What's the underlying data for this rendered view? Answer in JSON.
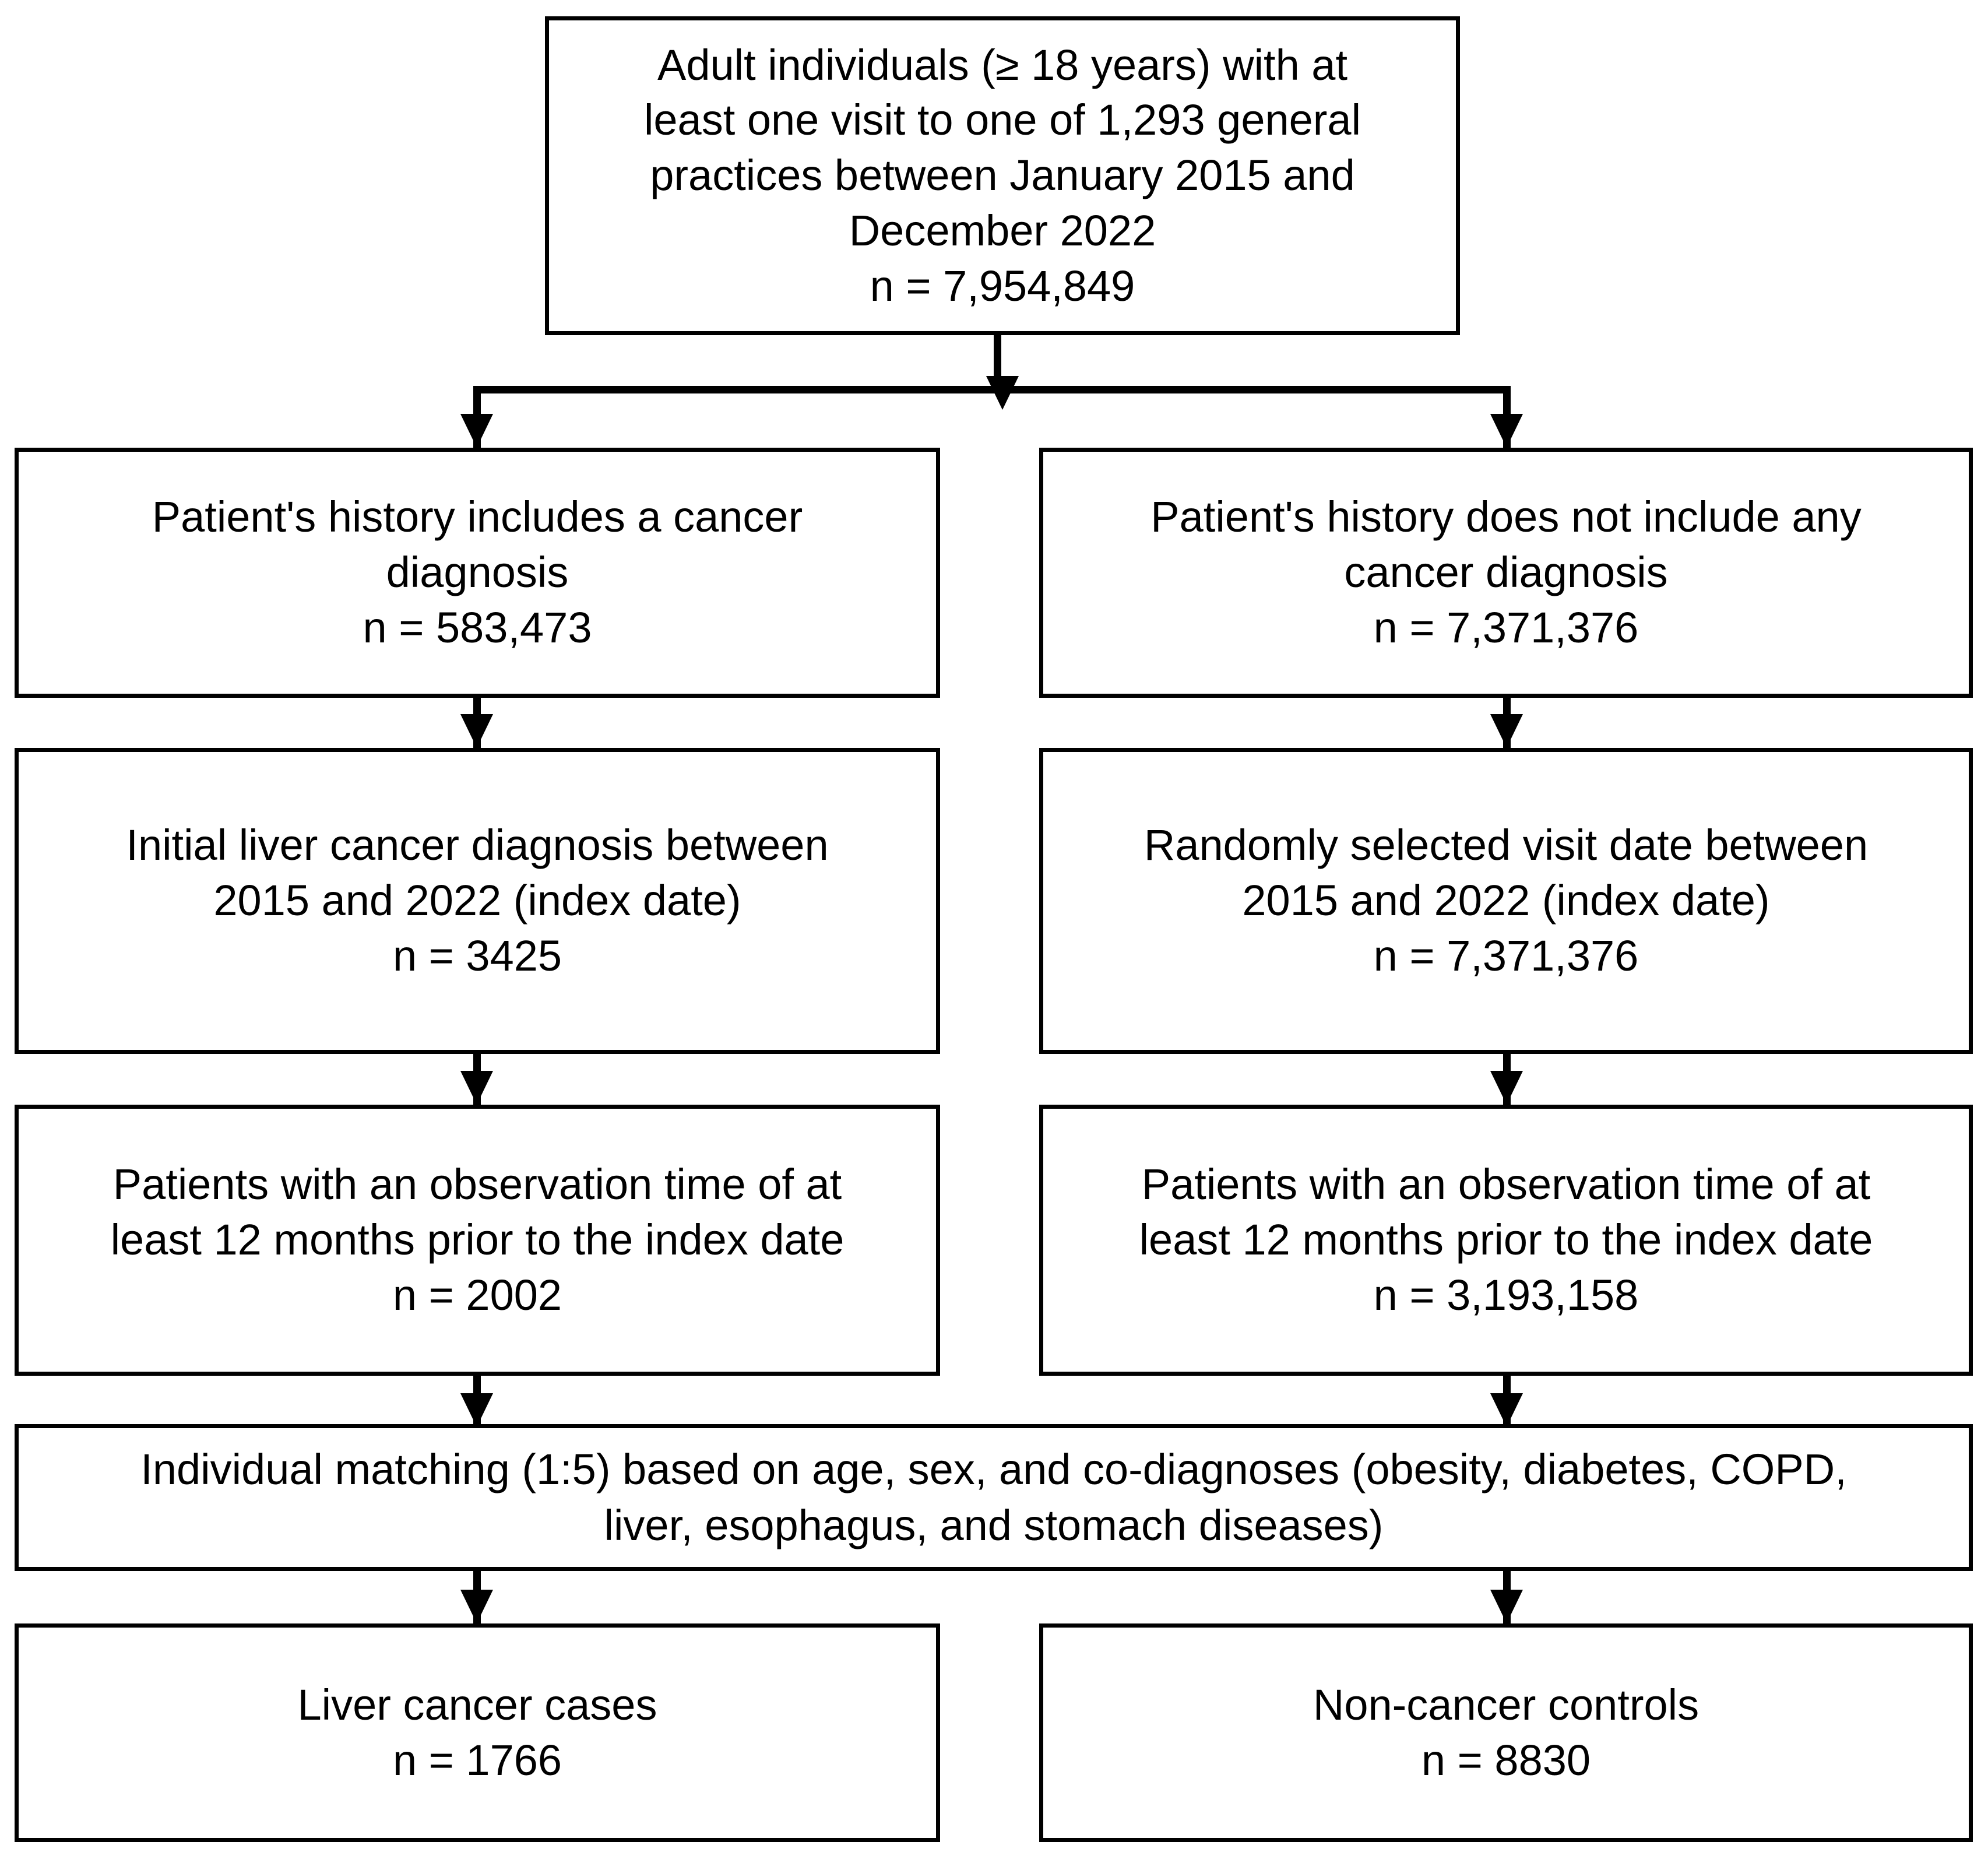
{
  "figure": {
    "type": "flowchart",
    "title": "Study population selection flow diagram",
    "orientation": "top-down"
  },
  "nodes": {
    "source_population": {
      "text": "Adult individuals (≥ 18 years) with at\nleast one visit to one of 1,293 general\npractices between January 2015 and\nDecember 2022\nn = 7,954,849",
      "n": "7,954,849"
    },
    "cancer_history_yes": {
      "text": "Patient's history includes a cancer\ndiagnosis\nn = 583,473",
      "n": "583,473"
    },
    "cancer_history_no": {
      "text": "Patient's history does not include any\ncancer diagnosis\nn = 7,371,376",
      "n": "7,371,376"
    },
    "liver_cancer_index": {
      "text": "Initial liver cancer diagnosis between\n2015 and 2022 (index date)\nn = 3425",
      "n": "3425"
    },
    "random_visit_index": {
      "text": "Randomly selected visit date between\n2015 and 2022 (index date)\nn = 7,371,376",
      "n": "7,371,376"
    },
    "observation_cases": {
      "text": "Patients with an observation time of at\nleast 12 months prior to the index date\nn = 2002",
      "n": "2002"
    },
    "observation_controls": {
      "text": "Patients with an observation time of at\nleast 12 months prior to the index date\nn = 3,193,158",
      "n": "3,193,158"
    },
    "matching": {
      "text": "Individual matching (1:5) based on age, sex, and  co-diagnoses (obesity, diabetes, COPD,\nliver, esophagus, and stomach diseases)"
    },
    "cases_final": {
      "text": "Liver cancer cases\nn = 1766",
      "n": "1766"
    },
    "controls_final": {
      "text": "Non-cancer controls\nn = 8830",
      "n": "8830"
    }
  },
  "style": {
    "border_color": "#000000",
    "background_color": "#ffffff",
    "text_color": "#000000"
  }
}
